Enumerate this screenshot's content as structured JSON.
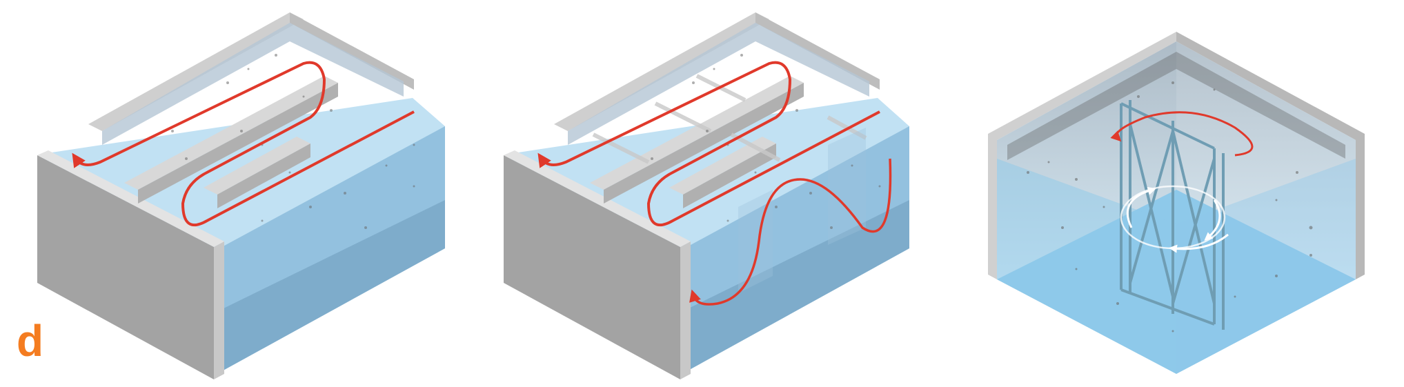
{
  "panel_label": "d",
  "colors": {
    "panel_label": "#f47c20",
    "flow_arrow": "#e0392b",
    "circulation_arrow": "#ffffff",
    "water": "#8ec9ea",
    "concrete_side": "#9d9d9d",
    "concrete_top": "#dcdcdc",
    "baffle_frame": "#6f9db3"
  },
  "diagrams": [
    {
      "id": "horizontal-baffle-tank"
    },
    {
      "id": "vertical-baffle-tank"
    },
    {
      "id": "mixer-tank"
    }
  ]
}
